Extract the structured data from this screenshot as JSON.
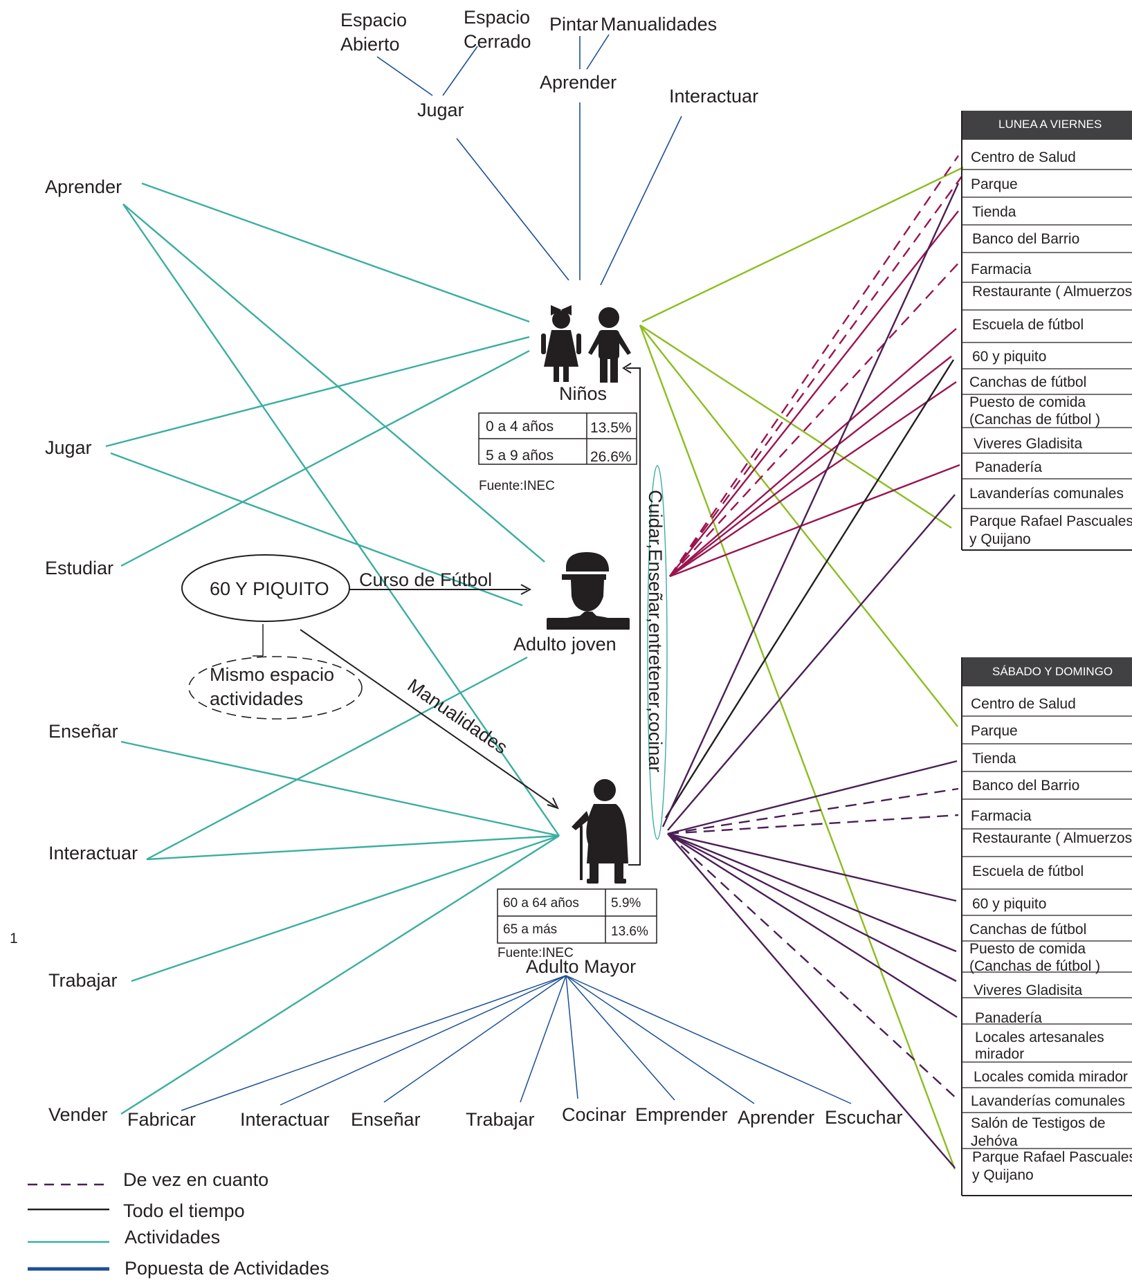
{
  "colors": {
    "activity_line": "#3aaea0",
    "proposal_line": "#1c4f96",
    "weekday_line": "#9a1450",
    "weekend_line": "#4a1f55",
    "green_line": "#8cbd1f",
    "dark_line": "#231f20",
    "table_header_bg": "#414042"
  },
  "top_labels": {
    "espacio_abierto_1": "Espacio",
    "espacio_abierto_2": "Abierto",
    "espacio_cerrado_1": "Espacio",
    "espacio_cerrado_2": "Cerrado",
    "pintar": "Pintar",
    "manualidades": "Manualidades",
    "aprender": "Aprender",
    "jugar": "Jugar",
    "interactuar": "Interactuar"
  },
  "left_labels": {
    "aprender": "Aprender",
    "jugar": "Jugar",
    "estudiar": "Estudiar",
    "ensenar": "Enseñar",
    "interactuar": "Interactuar",
    "trabajar": "Trabajar",
    "vender": "Vender"
  },
  "groups": {
    "ninos": "Niños",
    "adulto_joven": "Adulto joven",
    "adulto_mayor": "Adulto Mayor"
  },
  "ninos_table": {
    "rows": [
      {
        "range": "0 a 4 años",
        "pct": "13.5%"
      },
      {
        "range": "5 a 9 años",
        "pct": "26.6%"
      }
    ],
    "source": "Fuente:INEC"
  },
  "mayor_table": {
    "rows": [
      {
        "range": "60 a 64 años",
        "pct": "5.9%"
      },
      {
        "range": "65 a más",
        "pct": "13.6%"
      }
    ],
    "source": "Fuente:INEC"
  },
  "program": {
    "name": "60 Y PIQUITO",
    "curso": "Curso de Fútbol",
    "manualidades": "Manualidades",
    "mismo_1": "Mismo espacio",
    "mismo_2": "actividades"
  },
  "vertical_text": "Cuidar,Enseñar,entretener,cocinar",
  "bottom_labels": [
    "Fabricar",
    "Interactuar",
    "Enseñar",
    "Trabajar",
    "Cocinar",
    "Emprender",
    "Aprender",
    "Escuchar"
  ],
  "page_number": "1",
  "weekday_table": {
    "header": "LUNEA A VIERNES",
    "items": [
      "Centro de Salud",
      "Parque",
      "Tienda",
      "Banco del Barrio",
      "Farmacia",
      "Restaurante ( Almuerzos)",
      "Escuela de fútbol",
      "60 y piquito",
      "Canchas de fútbol",
      "Puesto de comida",
      "(Canchas de fútbol )",
      "Viveres Gladisita",
      "Panadería",
      "Lavanderías  comunales",
      "Parque Rafael Pascuales",
      "y Quijano"
    ]
  },
  "weekend_table": {
    "header": "SÁBADO Y DOMINGO",
    "items": [
      "Centro de Salud",
      "Parque",
      "Tienda",
      "Banco del Barrio",
      "Farmacia",
      "Restaurante ( Almuerzos)",
      "Escuela de fútbol",
      "60 y piquito",
      "Canchas de fútbol",
      "Puesto de comida",
      "(Canchas de fútbol )",
      "Viveres Gladisita",
      "Panadería",
      "Locales artesanales",
      "mirador",
      "Locales comida mirador",
      "Lavanderías  comunales",
      "Salón de Testigos de",
      "Jehóva",
      "Parque Rafael Pascuales",
      "y Quijano"
    ]
  },
  "legend": [
    {
      "label": "De vez en cuanto",
      "style": "dashed"
    },
    {
      "label": "Todo el tiempo",
      "style": "solid-dark"
    },
    {
      "label": "Actividades",
      "style": "solid-teal"
    },
    {
      "label": "Popuesta de Actividades",
      "style": "thick-blue"
    }
  ]
}
